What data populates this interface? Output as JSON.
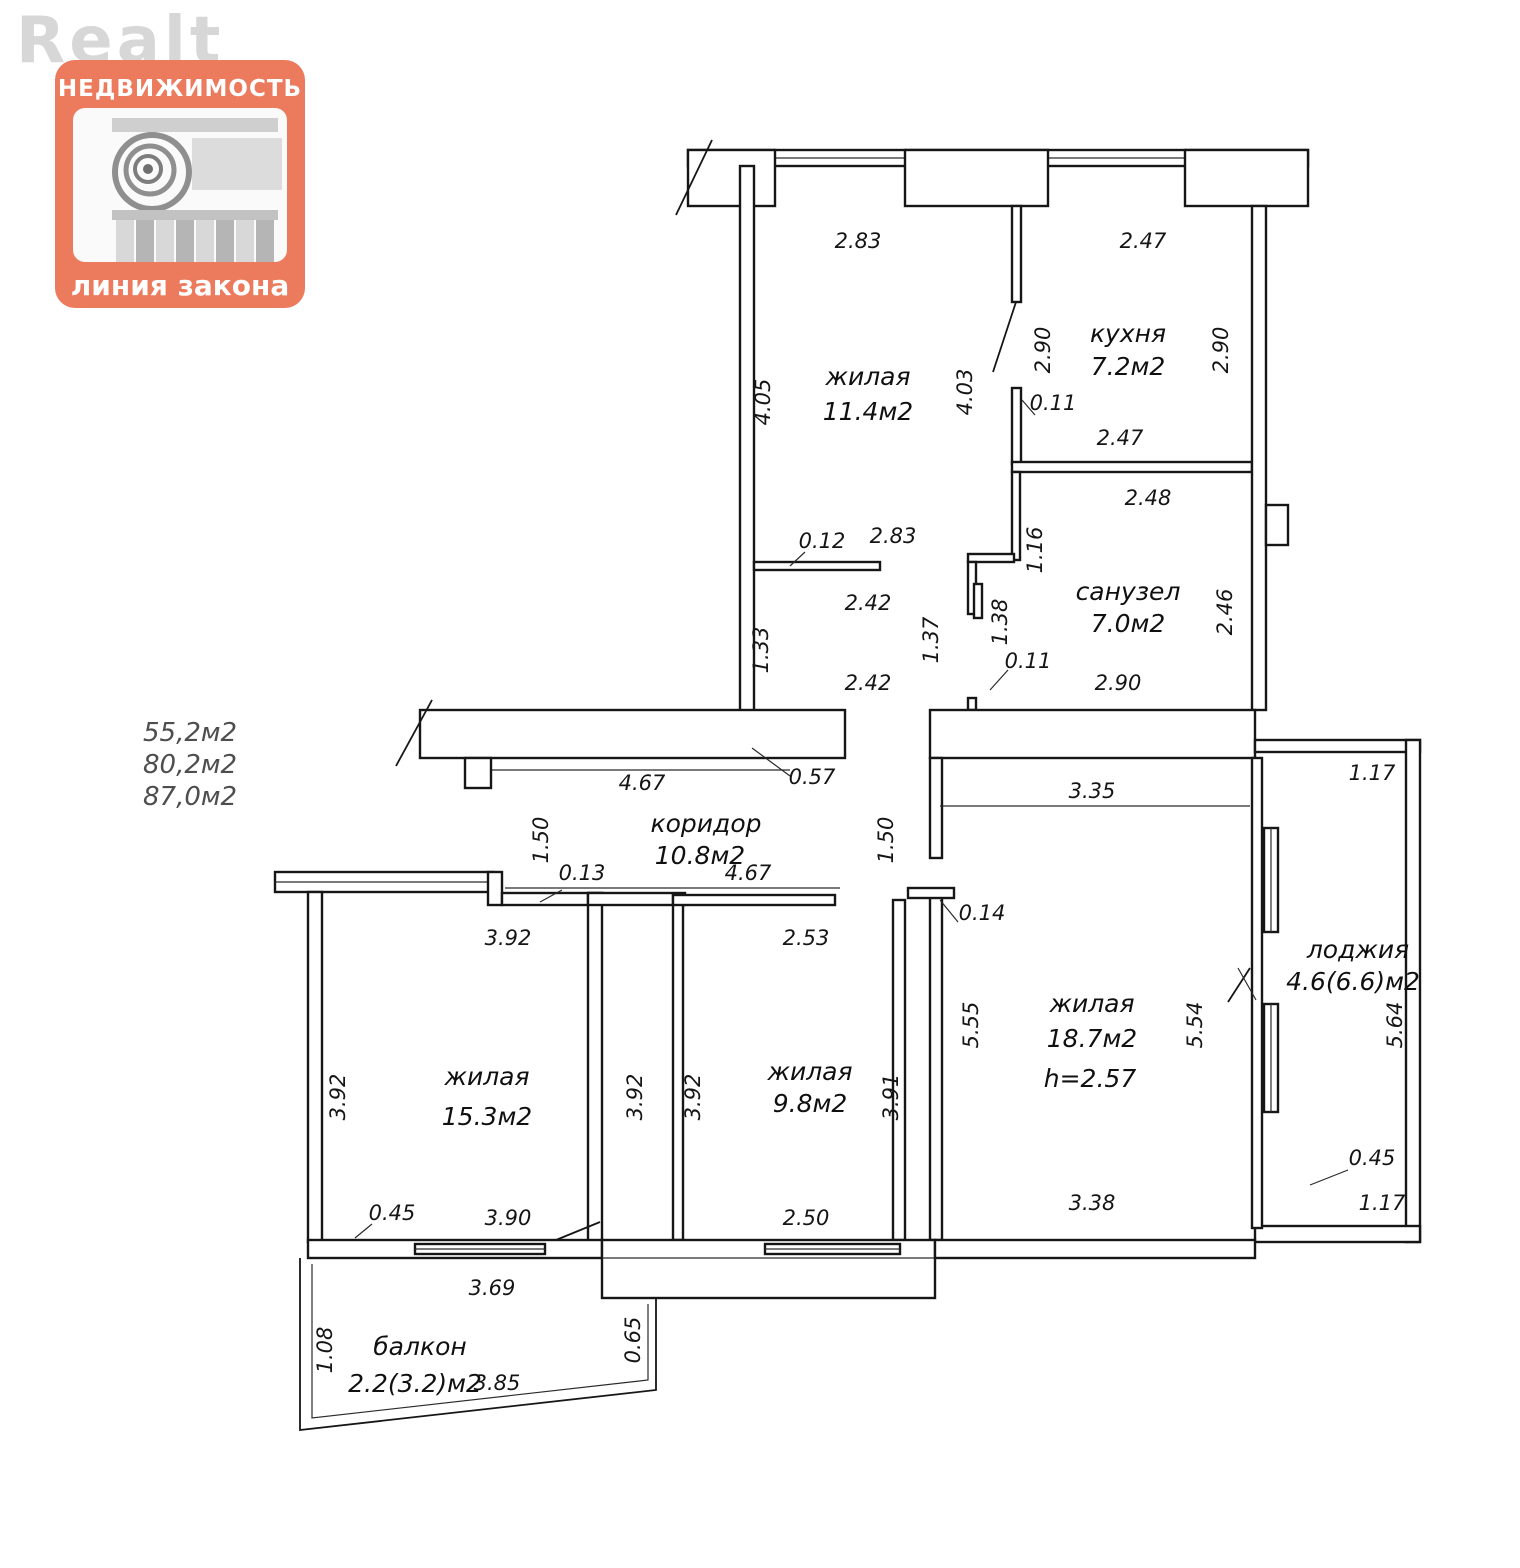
{
  "branding": {
    "watermark": "Realt",
    "logo_top": "НЕДВИЖИМОСТЬ",
    "logo_bottom": "линия закона"
  },
  "area_summary": [
    "55,2м2",
    "80,2м2",
    "87,0м2"
  ],
  "rooms": {
    "living1": {
      "name": "жилая",
      "area": "11.4м2"
    },
    "kitchen": {
      "name": "кухня",
      "area": "7.2м2"
    },
    "bathroom": {
      "name": "санузел",
      "area": "7.0м2"
    },
    "corridor": {
      "name": "коридор",
      "area": "10.8м2"
    },
    "living2": {
      "name": "жилая",
      "area": "15.3м2"
    },
    "living3": {
      "name": "жилая",
      "area": "9.8м2"
    },
    "living4": {
      "name": "жилая",
      "area": "18.7м2",
      "height": "h=2.57"
    },
    "loggia": {
      "name": "лоджия",
      "area": "4.6(6.6)м2"
    },
    "balcony": {
      "name": "балкон",
      "area": "2.2(3.2)м2"
    }
  },
  "dims": [
    "2.83",
    "2.47",
    "2.90",
    "2.90",
    "4.05",
    "4.03",
    "0.11",
    "2.47",
    "2.48",
    "1.16",
    "0.12",
    "2.83",
    "2.42",
    "1.33",
    "1.38",
    "1.37",
    "0.11",
    "2.90",
    "2.42",
    "2.46",
    "4.67",
    "0.57",
    "3.35",
    "1.17",
    "1.50",
    "1.50",
    "4.67",
    "0.13",
    "3.92",
    "2.53",
    "0.14",
    "3.92",
    "3.92",
    "3.92",
    "3.91",
    "5.55",
    "5.54",
    "5.64",
    "0.45",
    "3.90",
    "2.50",
    "3.38",
    "0.45",
    "1.17",
    "3.69",
    "0.65",
    "1.08",
    "3.85"
  ]
}
